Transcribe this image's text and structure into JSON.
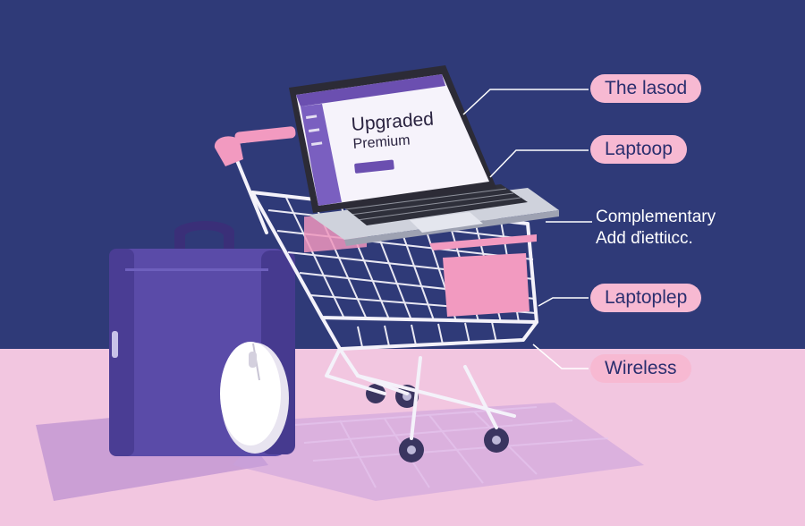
{
  "screen": {
    "title": "Upgraded",
    "subtitle": "Premium"
  },
  "callouts": [
    {
      "text": "The lasod"
    },
    {
      "text": "Laptoop"
    },
    {
      "text_line1": "Complementary",
      "text_line2": "Add ďiettiɩcc."
    },
    {
      "text": "Laptoplep"
    },
    {
      "text": "Wireless"
    }
  ],
  "colors": {
    "background_top": "#2f3a78",
    "floor": "#f2c6e0",
    "pill": "#f7b9d2",
    "accent_purple": "#6b4fb0",
    "bag": "#5a4ba8"
  }
}
